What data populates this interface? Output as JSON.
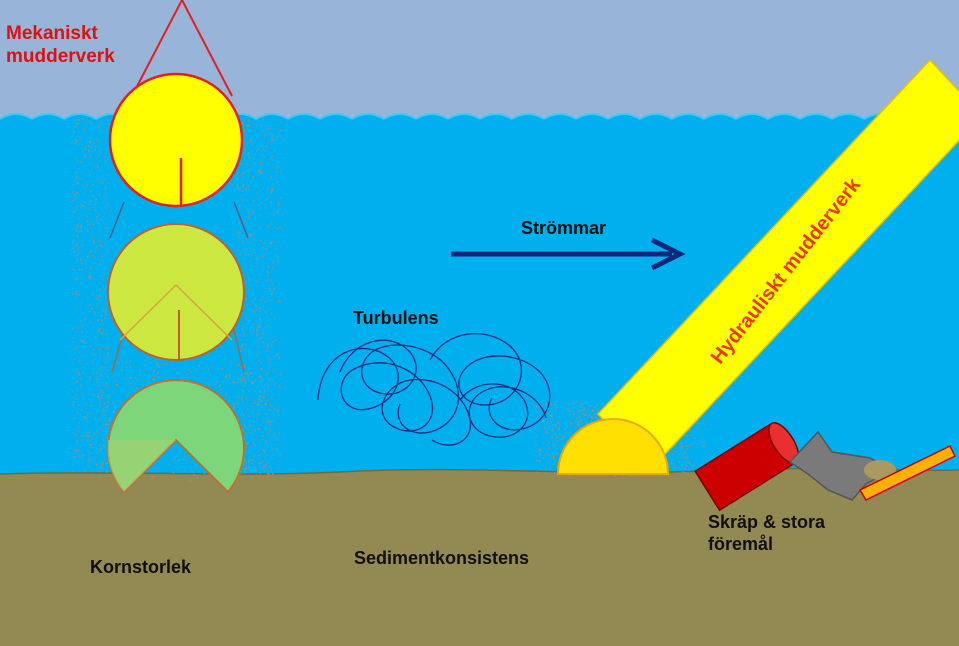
{
  "labels": {
    "mechanical_dredger": [
      "Mekaniskt",
      "mudderverk"
    ],
    "hydraulic_dredger": "Hydrauliskt mudderverk",
    "currents": "Strömmar",
    "turbulence": "Turbulens",
    "grain_size": "Kornstorlek",
    "sediment_consistency": "Sedimentkonsistens",
    "debris": [
      "Skräp & stora",
      "föremål"
    ]
  },
  "colors": {
    "sky": "#98b4d8",
    "water": "#00b0ee",
    "seabed": "#938a53",
    "bucket_open": "#ffff00",
    "bucket_mid": "#cce840",
    "bucket_low": "#7dd67a",
    "bucket_outline": "#e02020",
    "pipe": "#ffff00",
    "current_arrow": "#10287a",
    "turbulence_lines": "#1a2a7a",
    "debris_barrel": "#cc0000",
    "debris_plank": "#ffb000",
    "sediment_cloud": "#b08a70"
  },
  "icons": {
    "bucket": "clamshell-bucket-icon",
    "pipe": "suction-pipe-icon",
    "arrow": "arrow-right-icon",
    "debris": "barrel-icon"
  }
}
